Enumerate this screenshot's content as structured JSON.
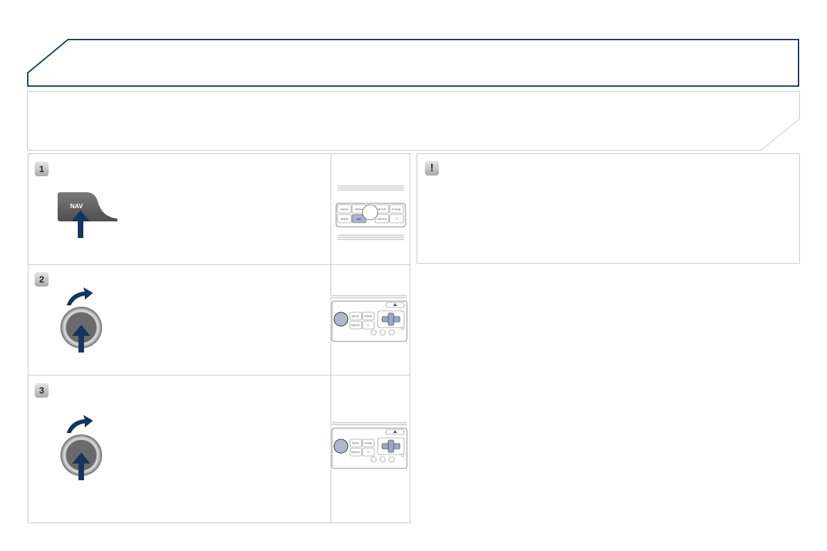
{
  "header": {
    "title": ""
  },
  "intro": {
    "text": ""
  },
  "steps": [
    {
      "number": "1",
      "text": "",
      "button_label": "NAV"
    },
    {
      "number": "2",
      "text": ""
    },
    {
      "number": "3",
      "text": ""
    }
  ],
  "warning": {
    "badge": "!",
    "text": ""
  },
  "panel": {
    "row1": [
      "RADIO",
      "MEDIA",
      "SETUP",
      "PHONE"
    ],
    "row2": [
      "MODE",
      "NAV",
      "TRAFFIC",
      "⮌"
    ],
    "row_b1": [
      "SETUP",
      "PHONE"
    ],
    "row_b2": [
      "TRAFFIC",
      "⮌"
    ]
  },
  "colors": {
    "accent": "#1b3a6b",
    "border": "#c8c8c8",
    "arrow": "#15355f"
  }
}
